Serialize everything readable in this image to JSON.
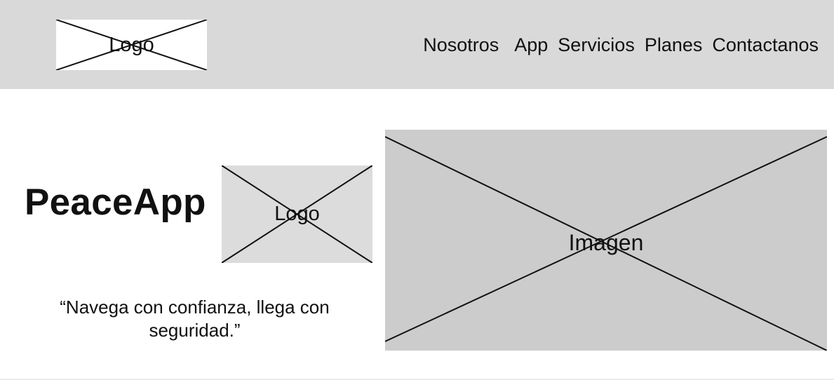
{
  "header": {
    "logo_label": "Logo",
    "nav": [
      {
        "label": "Nosotros"
      },
      {
        "label": "App"
      },
      {
        "label": "Servicios"
      },
      {
        "label": "Planes"
      },
      {
        "label": "Contactanos"
      }
    ]
  },
  "hero": {
    "brand_name": "PeaceApp",
    "logo_label": "Logo",
    "image_label": "Imagen",
    "tagline": "“Navega con confianza, llega con seguridad.”"
  },
  "colors": {
    "header_bg": "#d9d9d9",
    "logo_placeholder_bg": "#dcdcdc",
    "image_placeholder_bg": "#cccccc",
    "text": "#111111"
  }
}
